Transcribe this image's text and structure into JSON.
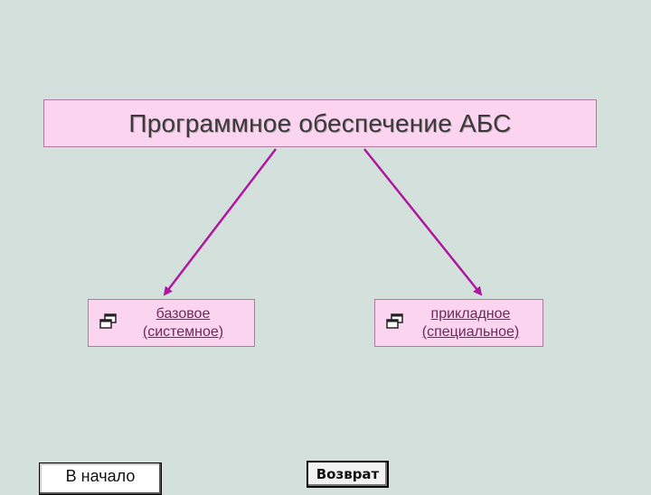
{
  "diagram": {
    "root": {
      "label": "Программное обеспечение АБС"
    },
    "children": [
      {
        "line1": "базовое",
        "line2": "(системное)",
        "icon": "linked-windows-icon"
      },
      {
        "line1": "прикладное",
        "line2": "(специальное)",
        "icon": "linked-windows-icon"
      }
    ],
    "connector_color": "#b0169f"
  },
  "nav": {
    "start_label": "В начало",
    "back_label": "Возврат"
  }
}
